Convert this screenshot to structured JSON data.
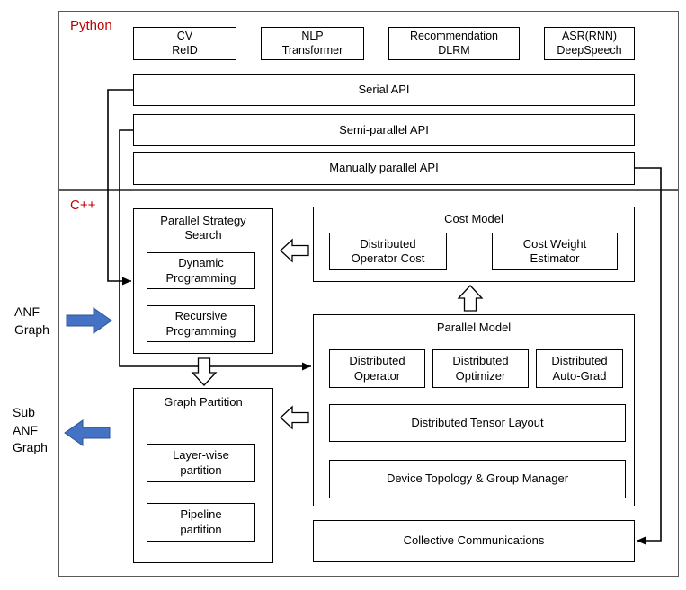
{
  "sections": {
    "python_label": "Python",
    "cpp_label": "C++"
  },
  "side": {
    "anf_graph": "ANF\nGraph",
    "sub_anf_graph": "Sub\nANF\nGraph"
  },
  "python": {
    "apps": [
      {
        "label": "CV\nReID"
      },
      {
        "label": "NLP\nTransformer"
      },
      {
        "label": "Recommendation\nDLRM"
      },
      {
        "label": "ASR(RNN)\nDeepSpeech"
      }
    ],
    "apis": [
      {
        "label": "Serial API"
      },
      {
        "label": "Semi-parallel API"
      },
      {
        "label": "Manually parallel API"
      }
    ]
  },
  "cpp": {
    "strategy_search": {
      "title": "Parallel Strategy\nSearch",
      "items": [
        {
          "label": "Dynamic\nProgramming"
        },
        {
          "label": "Recursive\nProgramming"
        }
      ]
    },
    "cost_model": {
      "title": "Cost Model",
      "items": [
        {
          "label": "Distributed\nOperator Cost"
        },
        {
          "label": "Cost Weight\nEstimator"
        }
      ]
    },
    "parallel_model": {
      "title": "Parallel Model",
      "items": [
        {
          "label": "Distributed\nOperator"
        },
        {
          "label": "Distributed\nOptimizer"
        },
        {
          "label": "Distributed\nAuto-Grad"
        },
        {
          "label": "Distributed Tensor Layout"
        },
        {
          "label": "Device Topology & Group Manager"
        }
      ]
    },
    "graph_partition": {
      "title": "Graph Partition",
      "items": [
        {
          "label": "Layer-wise\npartition"
        },
        {
          "label": "Pipeline\npartition"
        }
      ]
    },
    "collective": {
      "label": "Collective Communications"
    }
  },
  "colors": {
    "accent_red": "#C00000",
    "arrow_blue": "#4472C4",
    "box_border": "#000000",
    "container_border": "#595959"
  }
}
